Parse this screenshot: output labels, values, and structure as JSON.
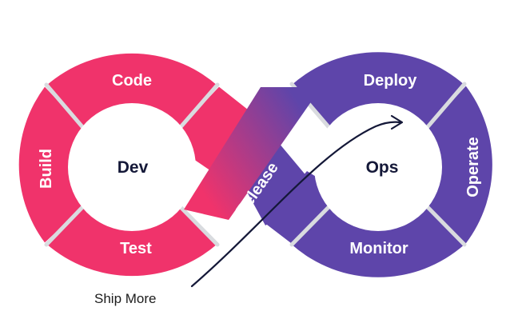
{
  "diagram": {
    "colors": {
      "dev_loop": "#f0336b",
      "ops_loop": "#5e45aa",
      "hub": "#ffffff",
      "gap": "#d9dbdf",
      "hub_text": "#141838",
      "arrow": "#141838"
    },
    "dev": {
      "hub_label": "Dev",
      "segments": {
        "code": "Code",
        "build": "Build",
        "test": "Test"
      }
    },
    "ops": {
      "hub_label": "Ops",
      "segments": {
        "deploy": "Deploy",
        "operate": "Operate",
        "monitor": "Monitor"
      }
    },
    "bridge_label": "Release",
    "arrow_label": "Ship More"
  }
}
